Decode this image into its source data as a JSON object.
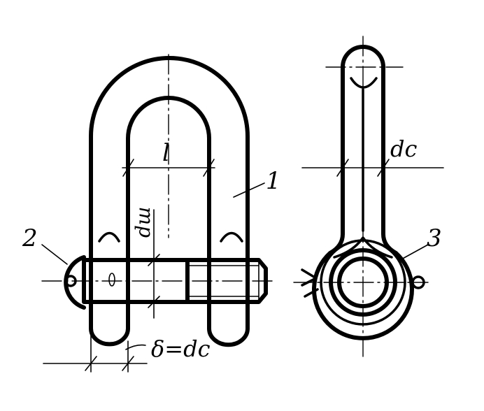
{
  "drawing": {
    "labels": {
      "part_1": "1",
      "part_2": "2",
      "part_3": "3",
      "dim_l": "l",
      "dim_dsh": "dш",
      "dim_dc": "dc",
      "dim_delta": "δ=dc"
    }
  }
}
